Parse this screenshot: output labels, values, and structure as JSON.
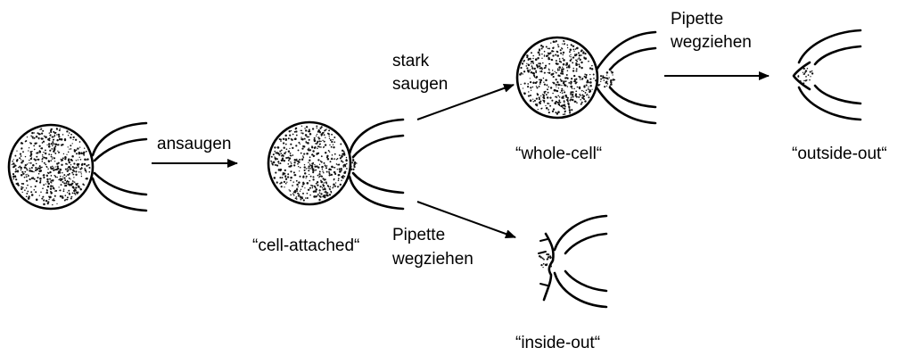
{
  "steps": {
    "ansaugen": "ansaugen",
    "stark_saugen": [
      "stark",
      "saugen"
    ],
    "pipette_wegziehen_upper": [
      "Pipette",
      "wegziehen"
    ],
    "pipette_wegziehen_lower": [
      "Pipette",
      "wegziehen"
    ]
  },
  "configurations": {
    "cell_attached": "“cell-attached“",
    "whole_cell": "“whole-cell“",
    "outside_out": "“outside-out“",
    "inside_out": "“inside-out“"
  }
}
